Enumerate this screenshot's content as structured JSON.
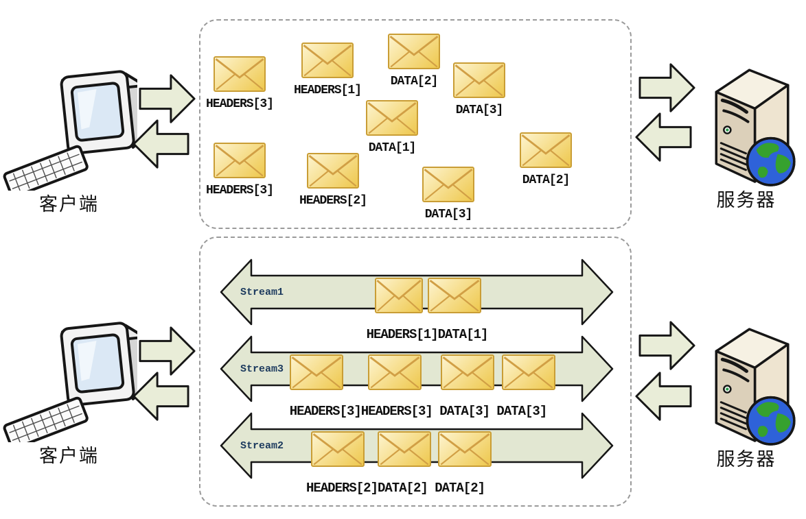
{
  "diagram": {
    "top": {
      "client_label": "客户端",
      "server_label": "服务器",
      "packets": [
        {
          "label": "HEADERS[3]"
        },
        {
          "label": "HEADERS[1]"
        },
        {
          "label": "DATA[2]"
        },
        {
          "label": "DATA[3]"
        },
        {
          "label": "DATA[1]"
        },
        {
          "label": "DATA[2]"
        },
        {
          "label": "HEADERS[3]"
        },
        {
          "label": "HEADERS[2]"
        },
        {
          "label": "DATA[3]"
        }
      ]
    },
    "bottom": {
      "client_label": "客户端",
      "server_label": "服务器",
      "streams": [
        {
          "name": "Stream1",
          "caption": "HEADERS[1]DATA[1]",
          "frames": 2
        },
        {
          "name": "Stream3",
          "caption": "HEADERS[3]HEADERS[3] DATA[3] DATA[3]",
          "frames": 4
        },
        {
          "name": "Stream2",
          "caption": "HEADERS[2]DATA[2] DATA[2]",
          "frames": 3
        }
      ]
    },
    "colors": {
      "arrow_fill": "#e9edd8",
      "stream_band_fill": "#e2e7d2",
      "envelope_fill": "#f3d569",
      "envelope_border": "#c99d35",
      "outline": "#161616",
      "dashed_border": "#9a9a9a"
    }
  }
}
